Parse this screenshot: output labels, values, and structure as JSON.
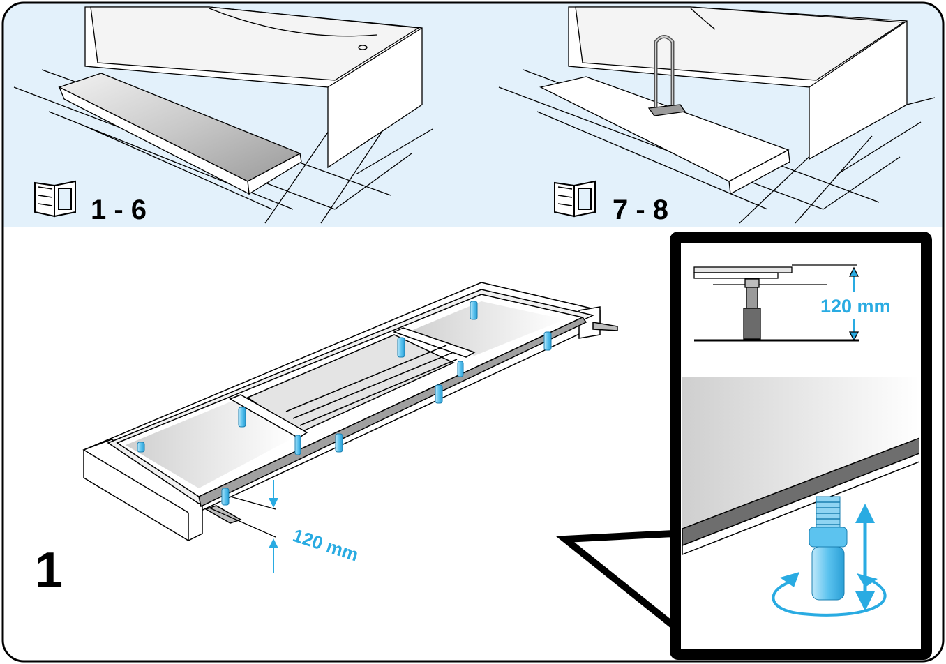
{
  "colors": {
    "header_bg": "#e3f1fb",
    "accent_blue": "#29abe2",
    "leg_blue": "#8fd4f2",
    "line": "#000000",
    "panel_grey": "#d9d9d9"
  },
  "panels": {
    "top_left": {
      "steps": "1 - 6",
      "icon": "manual-book-icon"
    },
    "top_right": {
      "steps": "7 - 8",
      "icon": "manual-book-icon"
    }
  },
  "main": {
    "step_number": "1",
    "dimension_label": "120 mm"
  },
  "detail": {
    "dimension_label": "120 mm",
    "icons": [
      "rotate-arrows-icon",
      "vertical-adjust-arrow-icon"
    ]
  }
}
